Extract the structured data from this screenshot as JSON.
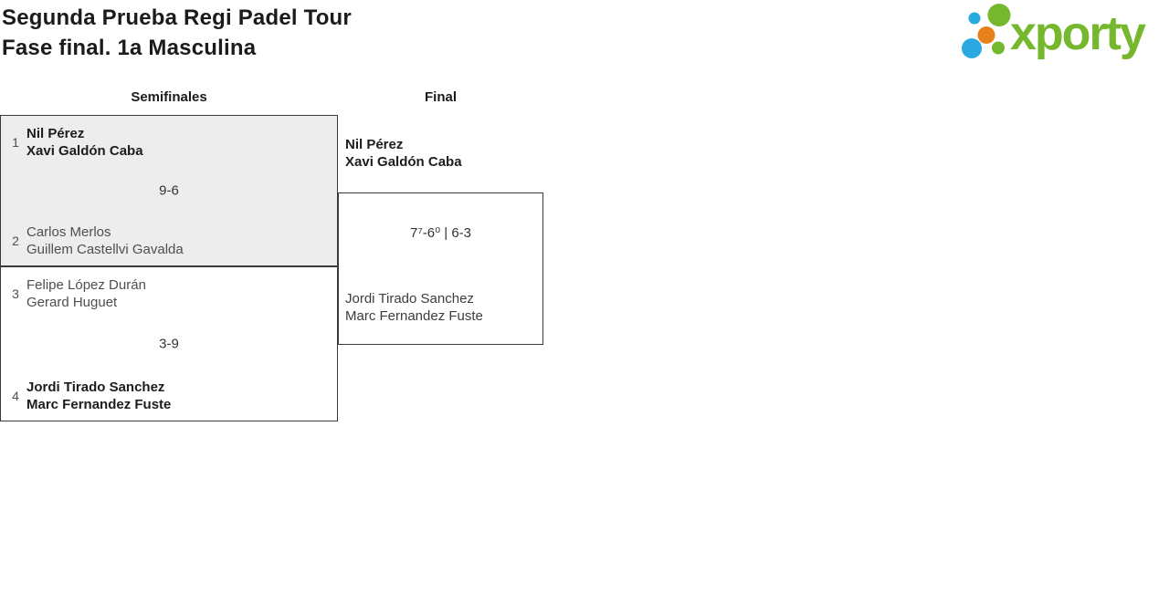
{
  "header": {
    "title_line1": "Segunda Prueba Regi Padel Tour",
    "title_line2": "Fase final. 1a Masculina"
  },
  "logo": {
    "wordmark": "xporty",
    "colors": {
      "green": "#76b82d",
      "blue": "#2aa8e0",
      "orange": "#e8811c"
    }
  },
  "bracket": {
    "round_headers": [
      {
        "label": "Semifinales"
      },
      {
        "label": "Final"
      }
    ],
    "semifinal1": {
      "seed1": "1",
      "team1": [
        "Nil Pérez",
        "Xavi Galdón Caba"
      ],
      "score": "9-6",
      "seed2": "2",
      "team2": [
        "Carlos Merlos",
        "Guillem Castellvi Gavalda"
      ]
    },
    "semifinal2": {
      "seed1": "3",
      "team1": [
        "Felipe López Durán",
        "Gerard Huguet"
      ],
      "score": "3-9",
      "seed2": "4",
      "team2": [
        "Jordi Tirado Sanchez",
        "Marc Fernandez Fuste"
      ]
    },
    "final": {
      "team1": [
        "Nil Pérez",
        "Xavi Galdón Caba"
      ],
      "score": "7⁷-6⁰ | 6-3",
      "team2": [
        "Jordi Tirado Sanchez",
        "Marc Fernandez Fuste"
      ]
    }
  }
}
